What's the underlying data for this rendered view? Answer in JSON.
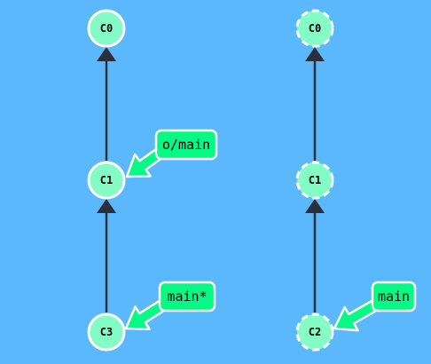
{
  "colors": {
    "background": "#5cb8fd",
    "commit_fill": "#85fbc6",
    "commit_stroke": "#ffffff",
    "edge": "#2b2f3a",
    "branch_fill": "#06f985",
    "branch_arrow": "#06f985",
    "branch_stroke": "#ffffff"
  },
  "local_tree": {
    "commits": [
      {
        "id": "C0",
        "label": "C0"
      },
      {
        "id": "C1",
        "label": "C1"
      },
      {
        "id": "C3",
        "label": "C3"
      }
    ],
    "edges": [
      {
        "from": "C1",
        "to": "C0"
      },
      {
        "from": "C3",
        "to": "C1"
      }
    ],
    "branches": [
      {
        "name": "o/main",
        "target": "C1"
      },
      {
        "name": "main*",
        "target": "C3"
      }
    ]
  },
  "remote_tree": {
    "style": "dashed",
    "commits": [
      {
        "id": "C0",
        "label": "C0"
      },
      {
        "id": "C1",
        "label": "C1"
      },
      {
        "id": "C2",
        "label": "C2"
      }
    ],
    "edges": [
      {
        "from": "C1",
        "to": "C0"
      },
      {
        "from": "C2",
        "to": "C1"
      }
    ],
    "branches": [
      {
        "name": "main",
        "target": "C2"
      }
    ]
  }
}
